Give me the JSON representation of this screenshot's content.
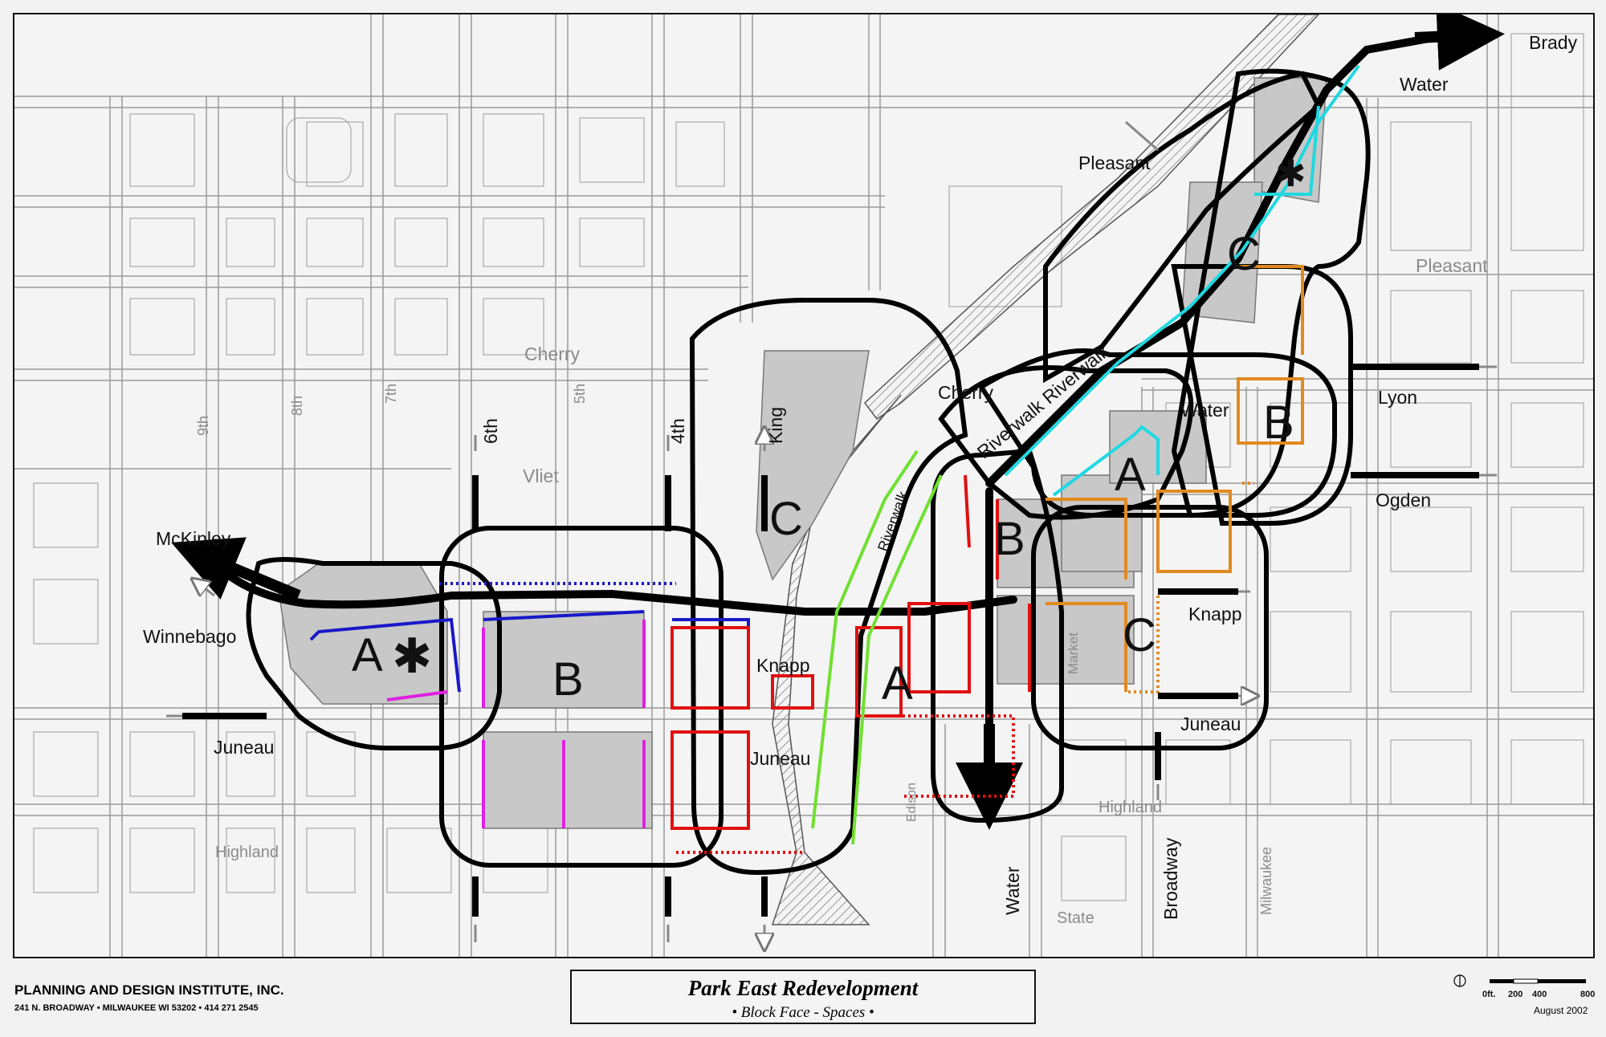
{
  "title": {
    "firm": "PLANNING AND DESIGN INSTITUTE, INC.",
    "address": "241 N. BROADWAY • MILWAUKEE WI 53202 • 414 271 2545",
    "project": "Park East Redevelopment",
    "subtitle": "• Block Face - Spaces •",
    "date": "August 2002"
  },
  "scale": {
    "labels": [
      "0ft.",
      "200",
      "400",
      "800"
    ]
  },
  "streets": {
    "brady": "Brady",
    "water_ne": "Water",
    "pleasant": "Pleasant",
    "pleasant_gray": "Pleasant",
    "lyon": "Lyon",
    "ogden": "Ogden",
    "knapp_e": "Knapp",
    "juneau_e": "Juneau",
    "cherry_gray": "Cherry",
    "cherry": "Cherry",
    "riverwalk_n": "Riverwalk Riverwalk",
    "water_mid": "Water",
    "mckinley": "McKinley",
    "winnebago": "Winnebago",
    "juneau_w": "Juneau",
    "vliet": "Vliet",
    "sixth": "6th",
    "fourth": "4th",
    "king": "King",
    "fifth": "5th",
    "seventh": "7th",
    "eighth": "8th",
    "ninth": "9th",
    "knapp_mid": "Knapp",
    "juneau_mid": "Juneau",
    "highland_w": "Highland",
    "highland_e": "Highland",
    "state": "State",
    "water_s": "Water",
    "broadway": "Broadway",
    "milwaukee": "Milwaukee",
    "market": "Market",
    "edison": "Edison",
    "riverwalk_c": "Riverwalk"
  },
  "districts": {
    "a_west": "A",
    "b_west": "B",
    "c_center": "C",
    "a_center": "A",
    "b_center": "B",
    "a_ne": "A",
    "b_ne": "B",
    "c_ne": "C",
    "c_e": "C"
  },
  "colors": {
    "dark_blue": "#1818c8",
    "magenta": "#e020e0",
    "red": "#e01010",
    "orange": "#e08a20",
    "cyan": "#20d8e0",
    "green": "#70e030"
  }
}
